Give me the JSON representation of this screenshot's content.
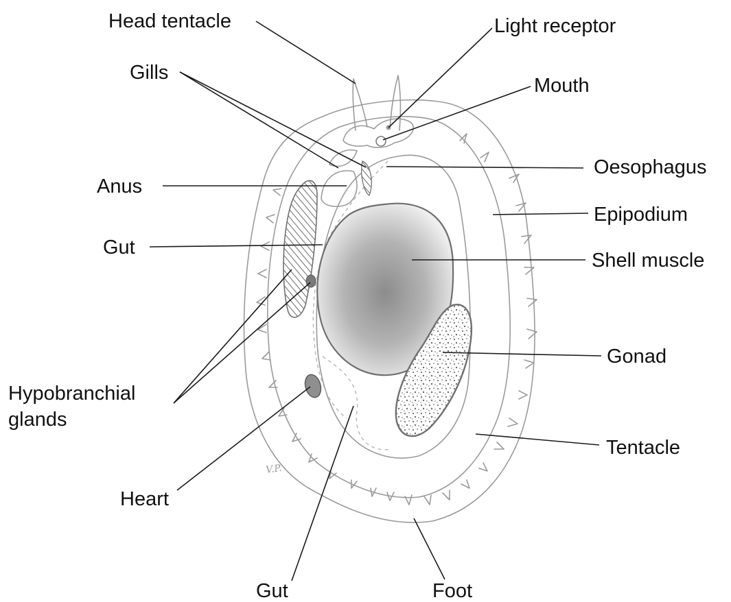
{
  "labels": {
    "head_tentacle": "Head tentacle",
    "light_receptor": "Light receptor",
    "gills": "Gills",
    "mouth": "Mouth",
    "anus": "Anus",
    "oesophagus": "Oesophagus",
    "epipodium": "Epipodium",
    "gut_upper": "Gut",
    "shell_muscle": "Shell muscle",
    "hypobranchial_line1": "Hypobranchial",
    "hypobranchial_line2": "glands",
    "gonad": "Gonad",
    "tentacle": "Tentacle",
    "heart": "Heart",
    "gut_lower": "Gut",
    "foot": "Foot"
  },
  "signature": "V.P.",
  "colors": {
    "label_text": "#111111",
    "leader_line": "#1a1a1a",
    "sketch_line": "#9a9a9a",
    "shell_muscle_core": "#8c8c8c",
    "gonad_outline": "#6f6f6f"
  }
}
